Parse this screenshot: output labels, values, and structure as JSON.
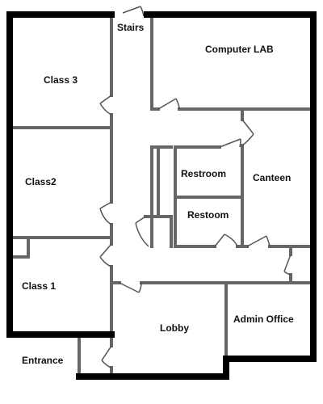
{
  "rooms": {
    "stairs": "Stairs",
    "computer_lab": "Computer LAB",
    "class3": "Class 3",
    "restroom1": "Restroom",
    "canteen": "Canteen",
    "class2": "Class2",
    "restroom2": "Restoom",
    "class1": "Class 1",
    "lobby": "Lobby",
    "admin_office": "Admin Office",
    "entrance": "Entrance"
  },
  "colors": {
    "outer_wall": "#000000",
    "inner_wall": "#666666",
    "door": "#555555",
    "background": "#ffffff"
  }
}
